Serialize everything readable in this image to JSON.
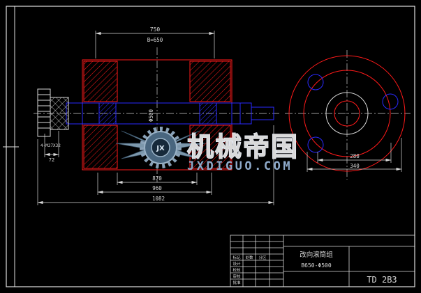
{
  "window": {
    "background": "#000000"
  },
  "colors": {
    "frame": "#e0e0e0",
    "red": "#ff1a1a",
    "blue": "#2a2aff",
    "dim_line": "#d9d9d9",
    "watermark_blue": "#2b55d5",
    "watermark_gray": "#8ea9c9"
  },
  "front_view": {
    "dims": {
      "top_width": "750",
      "width_note": "B=650",
      "drum_diameter": "Φ500",
      "bolt_note": "4-M27X32",
      "hub_width": "72",
      "span_inner": "870",
      "span_mid": "960",
      "span_overall": "1082"
    }
  },
  "end_view": {
    "dims": {
      "inner_width": "280",
      "outer_width": "340"
    }
  },
  "watermark": {
    "brand": "机械帝国",
    "site": "JXDIGUO.COM",
    "monogram": "JX"
  },
  "title_block": {
    "part_name": "改向滚筒组",
    "part_spec": "B650-Φ500",
    "drawing_code": "TD 2B3",
    "labels": [
      "标记",
      "处数",
      "分区",
      "设计",
      "校核",
      "审核",
      "批准"
    ]
  }
}
